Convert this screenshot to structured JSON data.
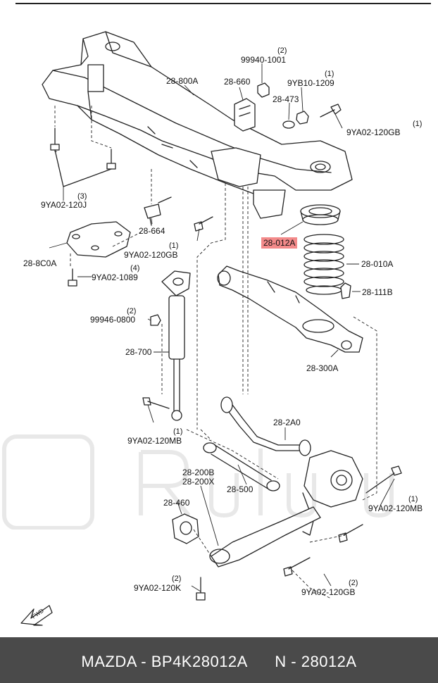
{
  "labels": {
    "part_28_800A": "28-800A",
    "part_99940_1001": "99940-1001",
    "part_99940_1001_qty": "(2)",
    "part_28_660": "28-660",
    "part_28_473": "28-473",
    "part_9YB10_1209": "9YB10-1209",
    "part_9YB10_1209_qty": "(1)",
    "part_9YA02_120GB_a": "9YA02-120GB",
    "part_9YA02_120GB_a_qty": "(1)",
    "part_9YA02_120J": "9YA02-120J",
    "part_9YA02_120J_qty": "(3)",
    "part_28_664": "28-664",
    "part_9YA02_120GB_b": "9YA02-120GB",
    "part_9YA02_120GB_b_qty": "(1)",
    "part_28_8C0A": "28-8C0A",
    "part_9YA02_1089": "9YA02-1089",
    "part_9YA02_1089_qty": "(4)",
    "part_28_012A": "28-012A",
    "part_28_010A": "28-010A",
    "part_28_111B": "28-111B",
    "part_99946_0800": "99946-0800",
    "part_99946_0800_qty": "(2)",
    "part_28_700": "28-700",
    "part_28_300A": "28-300A",
    "part_9YA02_120MB_a": "9YA02-120MB",
    "part_9YA02_120MB_a_qty": "(1)",
    "part_28_2A0": "28-2A0",
    "part_28_200B": "28-200B",
    "part_28_200X": "28-200X",
    "part_28_500": "28-500",
    "part_9YA02_120MB_b": "9YA02-120MB",
    "part_9YA02_120MB_b_qty": "(1)",
    "part_28_460": "28-460",
    "part_9YA02_120K": "9YA02-120K",
    "part_9YA02_120K_qty": "(2)",
    "part_9YA02_120GB_c": "9YA02-120GB",
    "part_9YA02_120GB_c_qty": "(2)",
    "fwd": "FWD"
  },
  "highlight_color": "#f38a8a",
  "footer": {
    "text": "MAZDA - BP4K28012A      N - 28012A",
    "background": "#4a4a4a"
  }
}
